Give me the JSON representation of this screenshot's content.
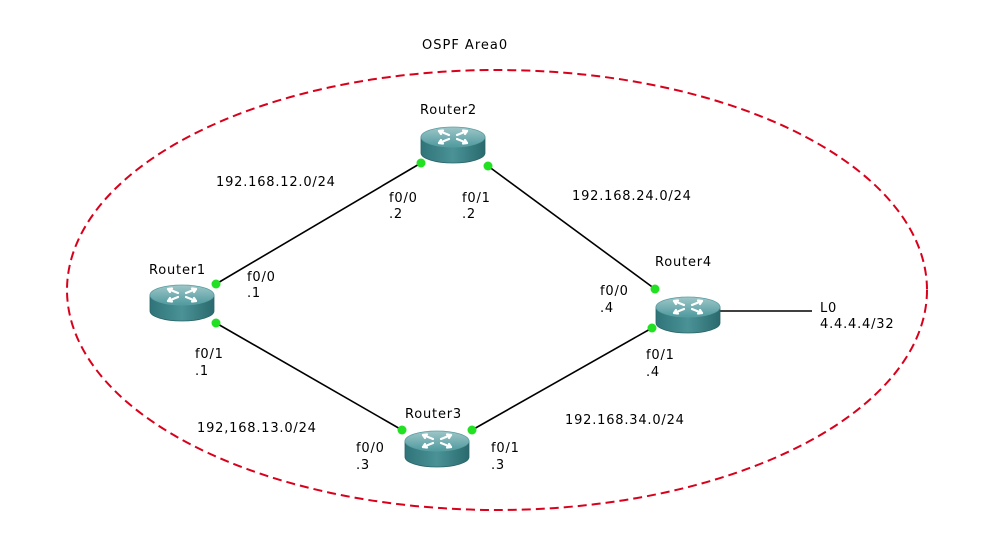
{
  "diagram": {
    "title": "OSPF Area0",
    "area_border_color": "#d9001b",
    "link_color": "#000000",
    "port_color": "#22e022",
    "router_color": "#3d8a8e",
    "routers": [
      {
        "id": "r1",
        "name": "Router1"
      },
      {
        "id": "r2",
        "name": "Router2"
      },
      {
        "id": "r3",
        "name": "Router3"
      },
      {
        "id": "r4",
        "name": "Router4"
      }
    ],
    "networks": {
      "r1_r2": "192.168.12.0/24",
      "r2_r4": "192.168.24.0/24",
      "r1_r3": "192,168.13.0/24",
      "r3_r4": "192.168.34.0/24"
    },
    "interfaces": {
      "r1_f00": {
        "port": "f0/0",
        "ip": ".1"
      },
      "r1_f01": {
        "port": "f0/1",
        "ip": ".1"
      },
      "r2_f00": {
        "port": "f0/0",
        "ip": ".2"
      },
      "r2_f01": {
        "port": "f0/1",
        "ip": ".2"
      },
      "r3_f00": {
        "port": "f0/0",
        "ip": ".3"
      },
      "r3_f01": {
        "port": "f0/1",
        "ip": ".3"
      },
      "r4_f00": {
        "port": "f0/0",
        "ip": ".4"
      },
      "r4_f01": {
        "port": "f0/1",
        "ip": ".4"
      }
    },
    "loopback": {
      "name": "L0",
      "address": "4.4.4.4/32"
    }
  }
}
